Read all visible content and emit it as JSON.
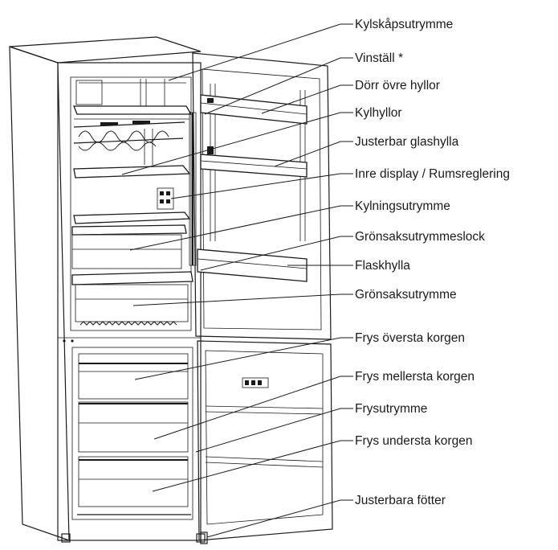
{
  "labels": [
    {
      "text": "Kylskåpsutrymme"
    },
    {
      "text": "Vinställ *"
    },
    {
      "text": "Dörr övre hyllor"
    },
    {
      "text": "Kylhyllor"
    },
    {
      "text": "Justerbar glashylla"
    },
    {
      "text": "Inre display / Rumsreglering"
    },
    {
      "text": "Kylningsutrymme"
    },
    {
      "text": "Grönsaksutrymmeslock"
    },
    {
      "text": "Flaskhylla"
    },
    {
      "text": "Grönsaksutrymme"
    },
    {
      "text": "Frys översta korgen"
    },
    {
      "text": "Frys mellersta korgen"
    },
    {
      "text": "Frysutrymme"
    },
    {
      "text": "Frys understa korgen"
    },
    {
      "text": "Justerbara fötter"
    }
  ],
  "colors": {
    "line": "#1a1a1a",
    "background": "#ffffff"
  }
}
